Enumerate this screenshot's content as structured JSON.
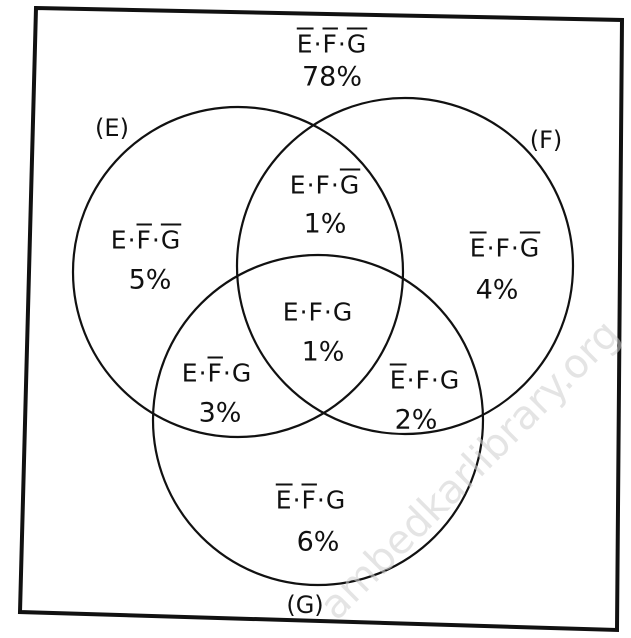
{
  "set_labels": {
    "E": "(E)",
    "F": "(F)",
    "G": "(G)"
  },
  "regions": {
    "none": {
      "expression": "E·F·G",
      "over": [
        true,
        true,
        true
      ],
      "percent": "78%"
    },
    "E_only": {
      "expression": "E·F·G",
      "over": [
        false,
        true,
        true
      ],
      "percent": "5%"
    },
    "F_only": {
      "expression": "E·F·G",
      "over": [
        true,
        false,
        true
      ],
      "percent": "4%"
    },
    "G_only": {
      "expression": "E·F·G",
      "over": [
        true,
        true,
        false
      ],
      "percent": "6%"
    },
    "EF": {
      "expression": "E·F·G",
      "over": [
        false,
        false,
        true
      ],
      "percent": "1%"
    },
    "EG": {
      "expression": "E·F·G",
      "over": [
        false,
        true,
        false
      ],
      "percent": "3%"
    },
    "FG": {
      "expression": "E·F·G",
      "over": [
        true,
        false,
        false
      ],
      "percent": "2%"
    },
    "EFG": {
      "expression": "E·F·G",
      "over": [
        false,
        false,
        false
      ],
      "percent": "1%"
    }
  },
  "watermark": "ambedkarlibrary.org",
  "colors": {
    "ink": "#111111",
    "paper": "#ffffff",
    "watermark": "#cfcfcf"
  }
}
